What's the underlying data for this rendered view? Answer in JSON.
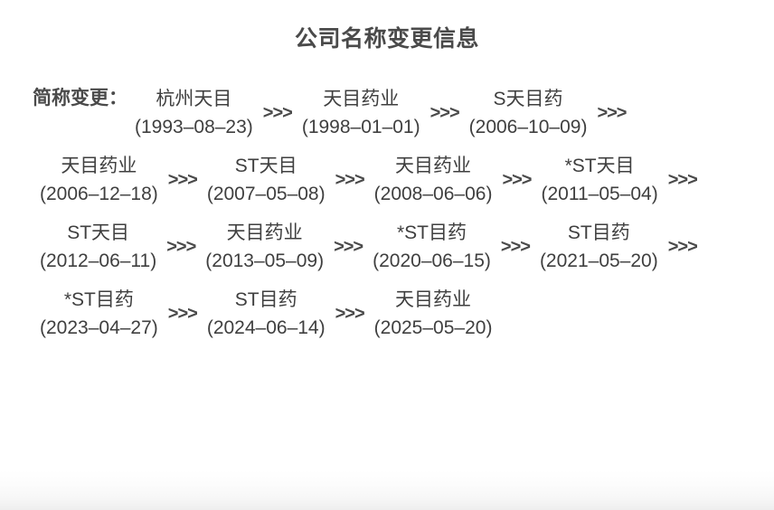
{
  "page": {
    "title": "公司名称变更信息",
    "background_color": "#ffffff",
    "text_color": "#3f3f3f",
    "title_color": "#4a4a4a"
  },
  "field": {
    "label": "简称变更：",
    "separator": ">>>"
  },
  "chart_data": {
    "type": "table",
    "title": "公司名称变更信息",
    "xlabel": "",
    "ylabel": "",
    "categories": [
      "杭州天目",
      "天目药业",
      "S天目药",
      "天目药业",
      "ST天目",
      "天目药业",
      "*ST天目",
      "ST天目",
      "天目药业",
      "*ST目药",
      "ST目药",
      "*ST目药",
      "ST目药",
      "天目药业"
    ],
    "values": [
      "1993-08-23",
      "1998-01-01",
      "2006-10-09",
      "2006-12-18",
      "2007-05-08",
      "2008-06-06",
      "2011-05-04",
      "2012-06-11",
      "2013-05-09",
      "2020-06-15",
      "2021-05-20",
      "2023-04-27",
      "2024-06-14",
      "2025-05-20"
    ]
  },
  "changes": [
    {
      "name": "杭州天目",
      "date": "(1993–08–23)"
    },
    {
      "name": "天目药业",
      "date": "(1998–01–01)"
    },
    {
      "name": "S天目药",
      "date": "(2006–10–09)"
    },
    {
      "name": "天目药业",
      "date": "(2006–12–18)"
    },
    {
      "name": "ST天目",
      "date": "(2007–05–08)"
    },
    {
      "name": "天目药业",
      "date": "(2008–06–06)"
    },
    {
      "name": "*ST天目",
      "date": "(2011–05–04)"
    },
    {
      "name": "ST天目",
      "date": "(2012–06–11)"
    },
    {
      "name": "天目药业",
      "date": "(2013–05–09)"
    },
    {
      "name": "*ST目药",
      "date": "(2020–06–15)"
    },
    {
      "name": "ST目药",
      "date": "(2021–05–20)"
    },
    {
      "name": "*ST目药",
      "date": "(2023–04–27)"
    },
    {
      "name": "ST目药",
      "date": "(2024–06–14)"
    },
    {
      "name": "天目药业",
      "date": "(2025–05–20)"
    }
  ]
}
